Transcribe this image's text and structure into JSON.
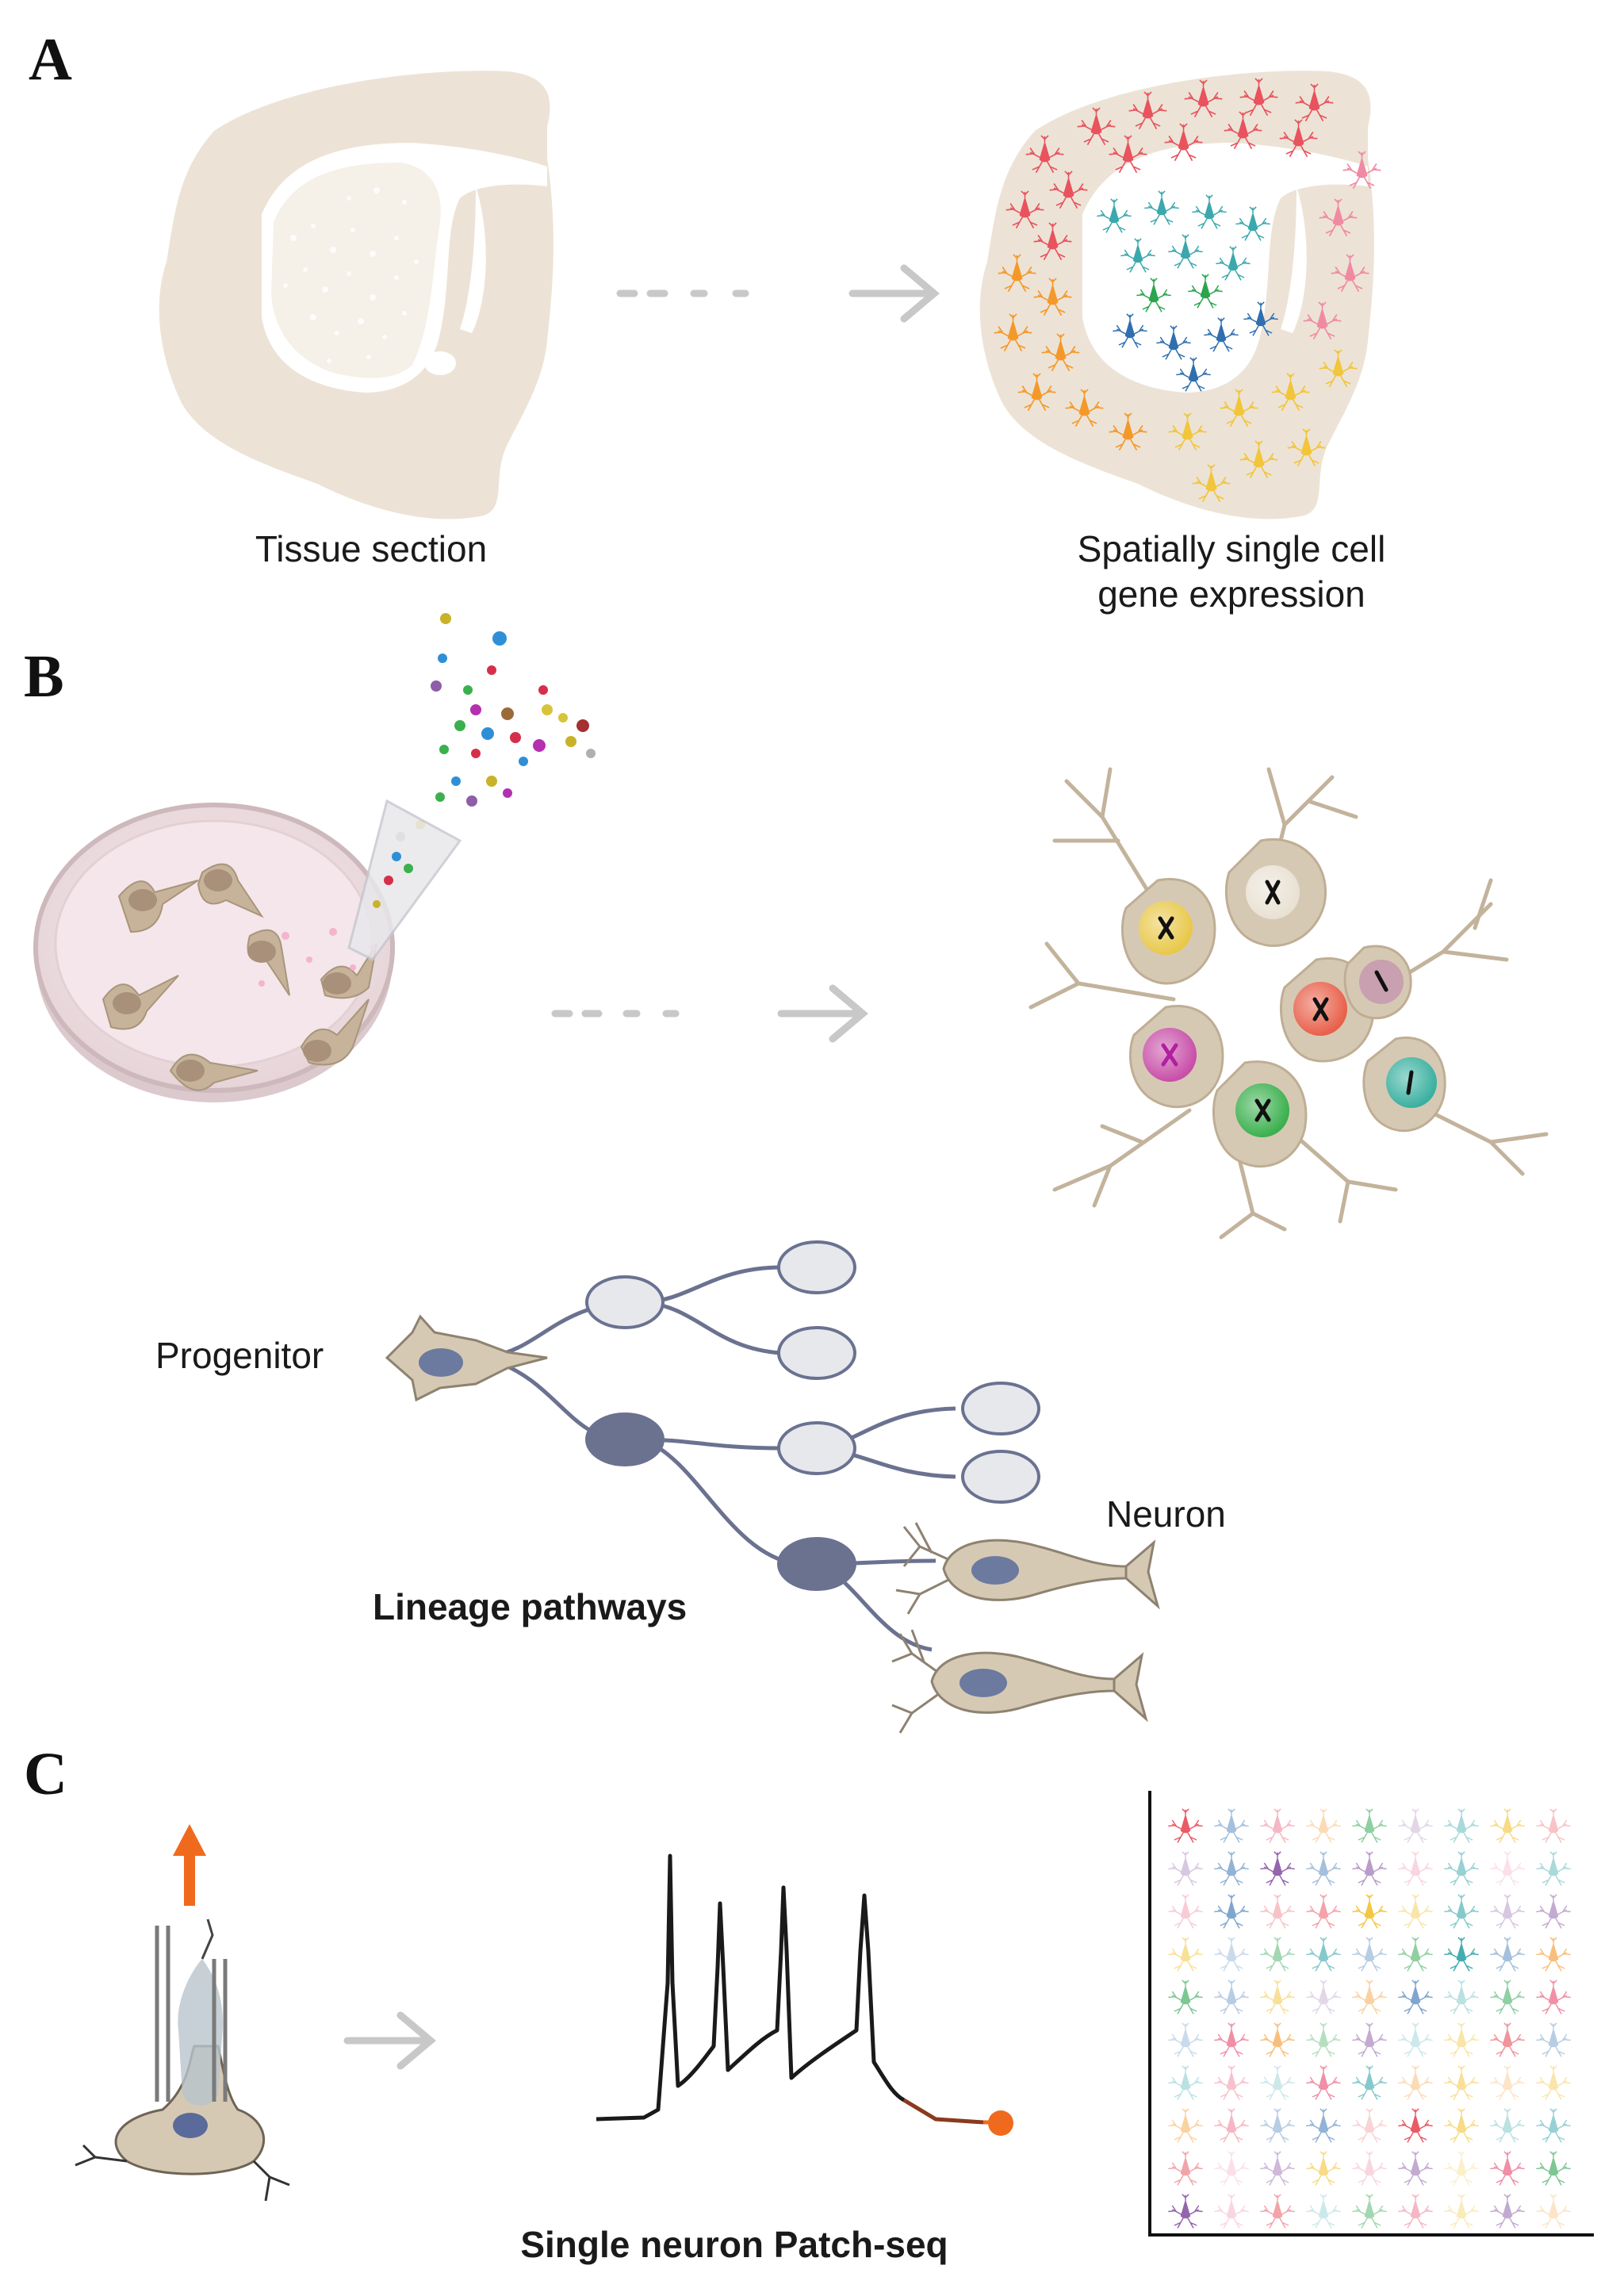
{
  "panels": {
    "a": {
      "label": "A",
      "left_caption": "Tissue section",
      "right_caption_line1": "Spatially single cell",
      "right_caption_line2": "gene expression"
    },
    "b": {
      "label": "B",
      "progenitor_label": "Progenitor",
      "neuron_label": "Neuron",
      "lineage_caption": "Lineage pathways"
    },
    "c": {
      "label": "C",
      "caption": "Single neuron Patch-seq"
    }
  },
  "colors": {
    "tissue": "#ece3d6",
    "cell_body": "#d6c9b4",
    "lineage_dark": "#6b7290",
    "lineage_light": "#e6e8ec",
    "arrow_grey": "#c8c8c8",
    "patch_arrow": "#f06a1e",
    "spike_trace": "#1a1a1a",
    "palette": [
      "#e8535e",
      "#f5982a",
      "#3ba8ad",
      "#2f6fb0",
      "#2ca44e",
      "#f2c53a",
      "#f08aa2",
      "#8e5ea8"
    ]
  },
  "icons": [
    "brain-section-icon",
    "neuron-icon",
    "petri-dish-icon",
    "pipette-icon",
    "patch-pipette-icon",
    "up-arrow-icon",
    "right-arrow-icon"
  ]
}
